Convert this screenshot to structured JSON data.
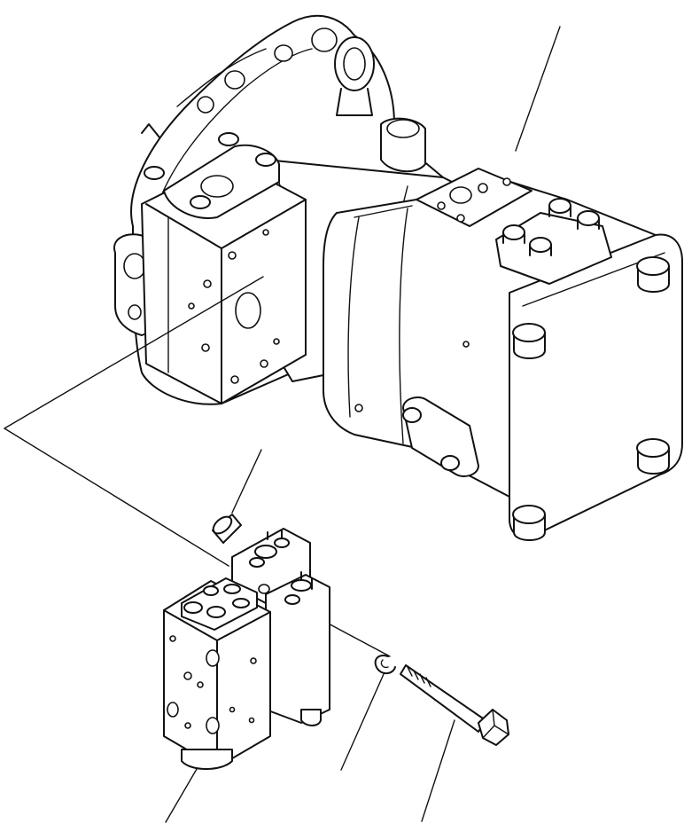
{
  "figure": {
    "kind": "exploded-parts-illustration",
    "line_color": "#111111",
    "background": "#ffffff",
    "parts": [
      "hydraulic-pump-assembly",
      "valve-block",
      "dowel-pin",
      "snap-ring",
      "bolt"
    ],
    "leaders": [
      "pump-callout-leader",
      "pin-callout-leader",
      "valve-callout-leader",
      "ring-callout-leader",
      "bolt-callout-leader"
    ]
  }
}
